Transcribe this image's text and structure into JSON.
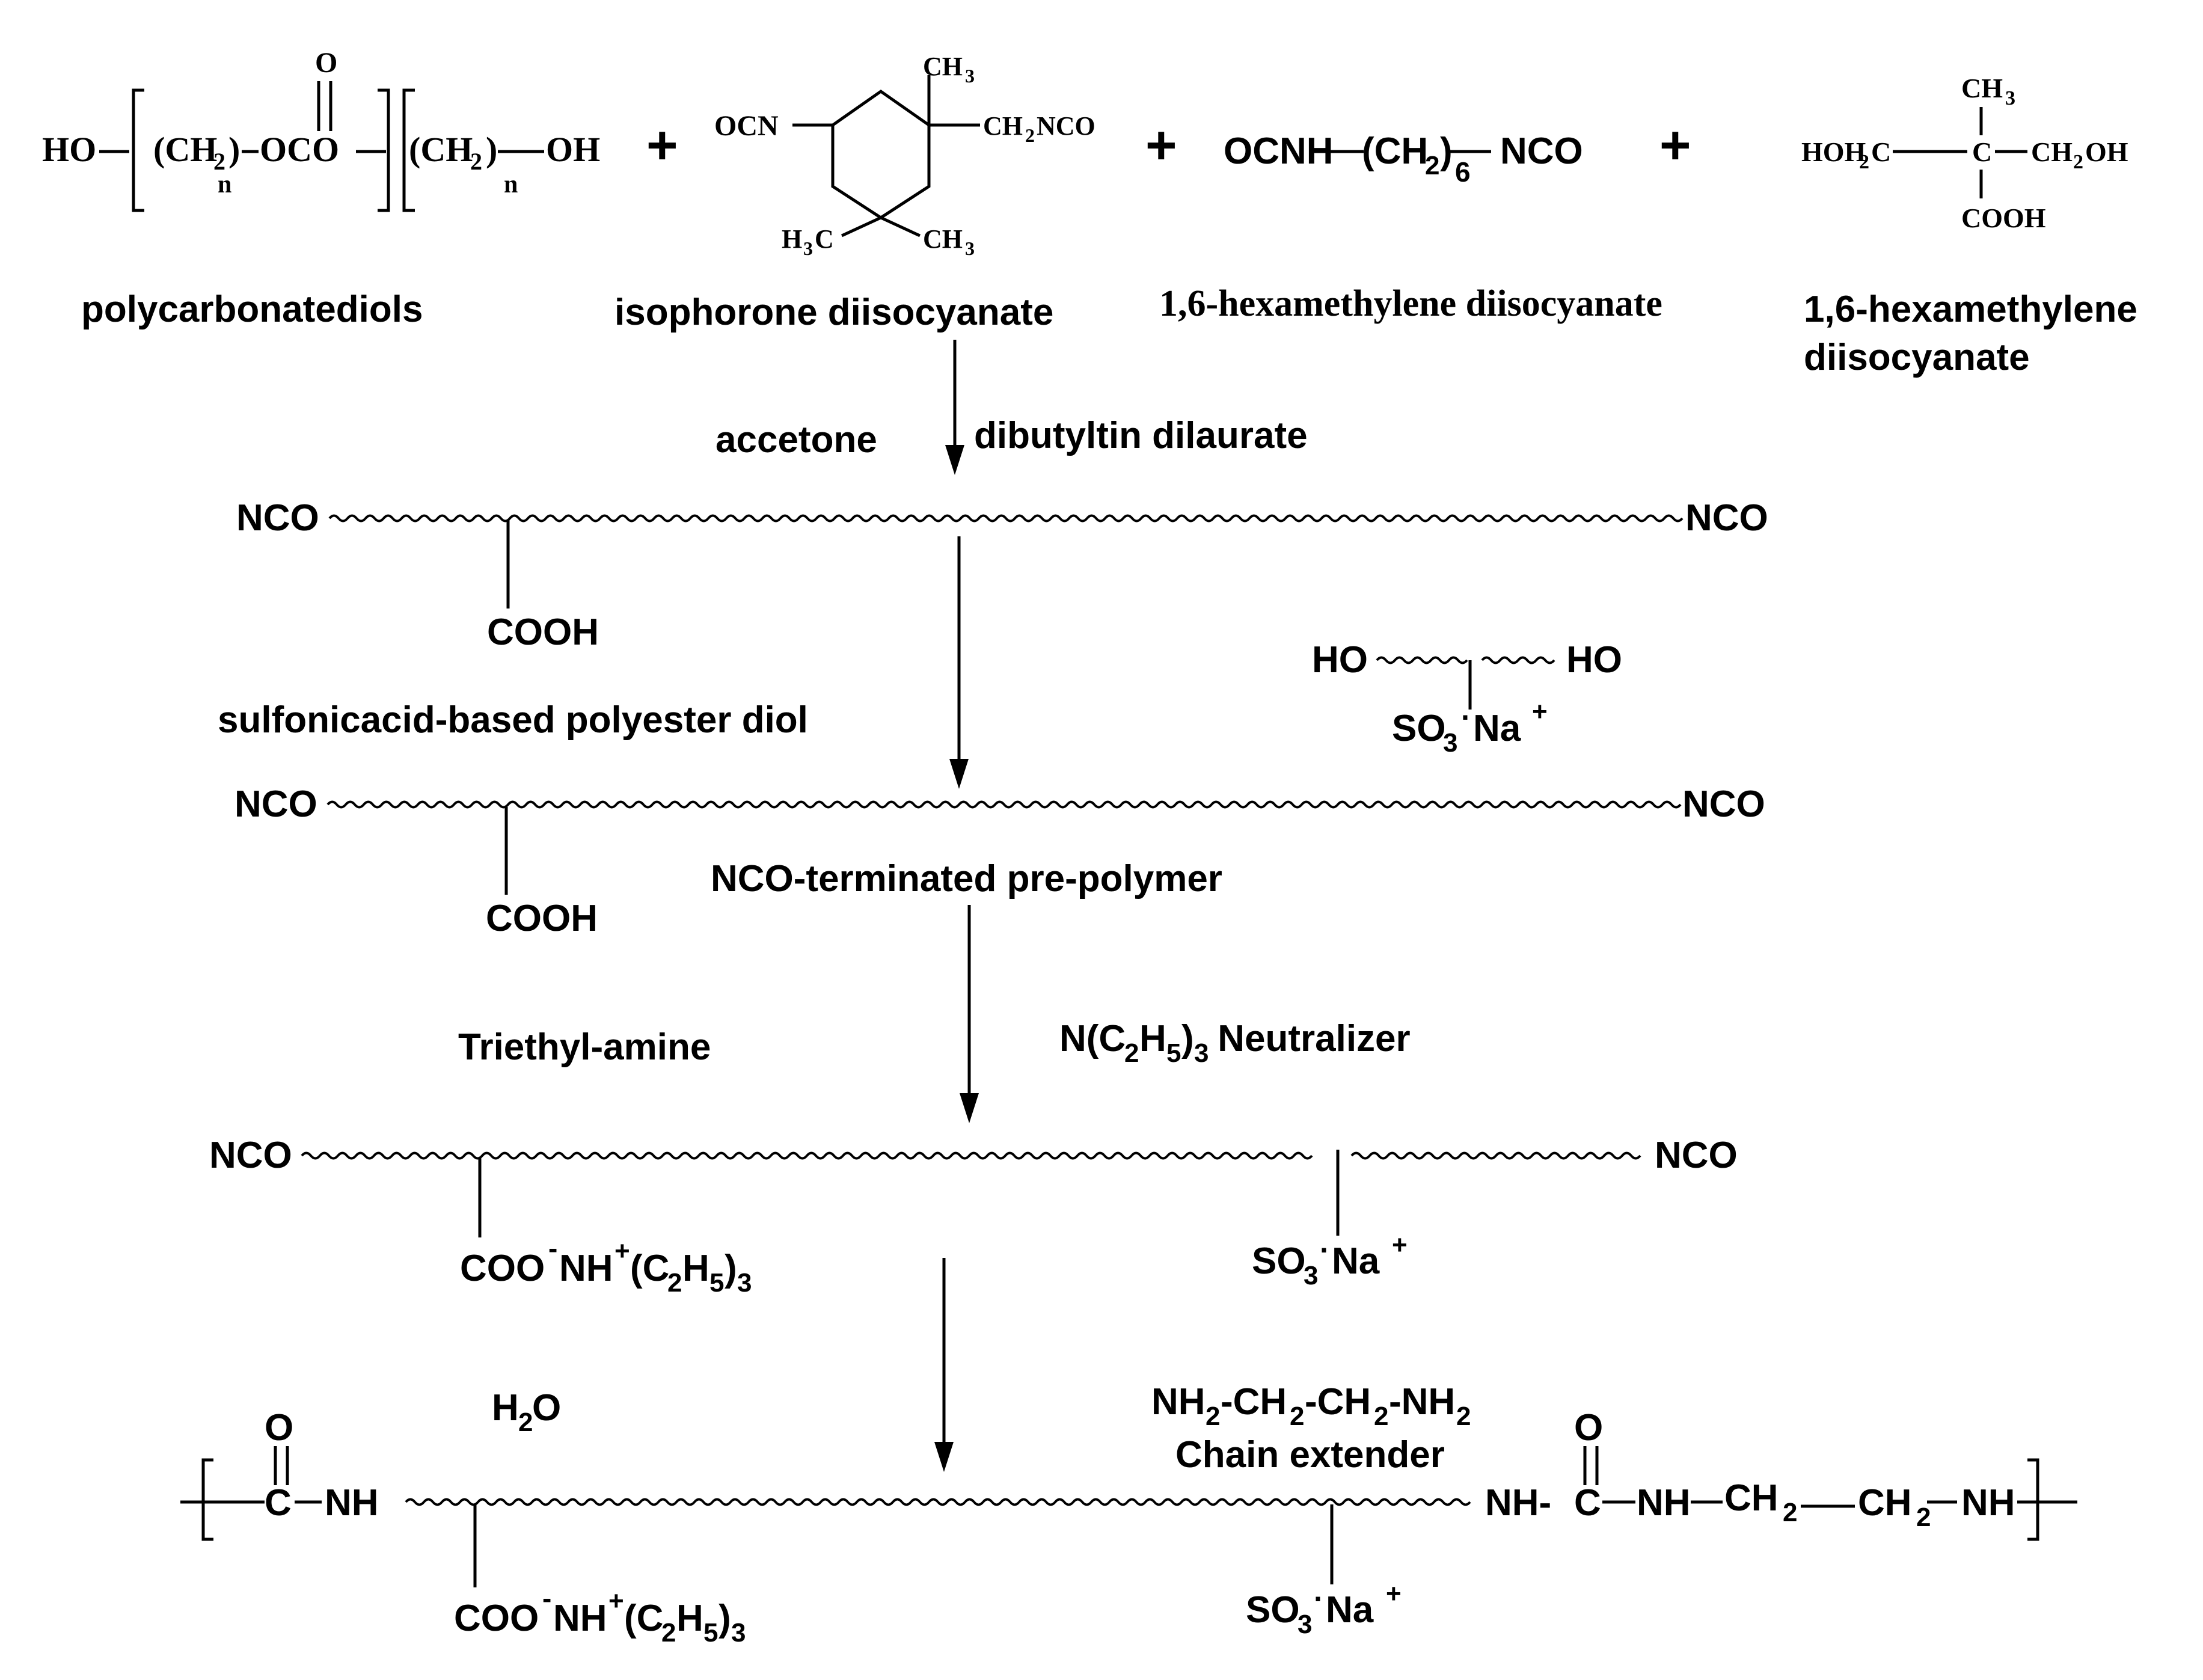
{
  "reactants": {
    "pcd": {
      "ho_left": "HO",
      "ch2_a": "(CH",
      "sub2_a": "2",
      "close_a": ")",
      "n_a": "n",
      "ococo": "OCO",
      "o_top": "O",
      "ch2_b": "(CH",
      "sub2_b": "2",
      "close_b": ")",
      "n_b": "n",
      "oh_right": "OH",
      "name": "polycarbonatediols"
    },
    "plus1": "+",
    "ipdi": {
      "ocn": "OCN",
      "ch3_top": "CH",
      "ch3_top_sub": "3",
      "ch2nco": "CH",
      "ch2nco_sub": "2",
      "ch2nco_tail": "NCO",
      "h3c": "H",
      "h3c_sub": "3",
      "h3c_tail": "C",
      "ch3_br": "CH",
      "ch3_br_sub": "3",
      "name": "isophorone diisocyanate"
    },
    "plus2": "+",
    "hdi": {
      "ocnh": "OCNH",
      "ch2": "(CH",
      "ch2_sub": "2",
      "close": ")",
      "six": "6",
      "nco": "NCO",
      "name": "1,6-hexamethylene diisocyanate"
    },
    "plus3": "+",
    "dmpa": {
      "ch3": "CH",
      "ch3_sub": "3",
      "hoh2c": "HOH",
      "hoh2c_sub": "2",
      "hoh2c_tail": "C",
      "c_center": "C",
      "ch2oh": "CH",
      "ch2oh_sub": "2",
      "ch2oh_tail": "OH",
      "cooh": "COOH",
      "name_line1": "1,6-hexamethylene",
      "name_line2": "diisocyanate"
    }
  },
  "step1": {
    "solvent": "accetone",
    "catalyst": "dibutyltin dilaurate",
    "nco_left": "NCO",
    "nco_right": "NCO",
    "cooh": "COOH"
  },
  "step2": {
    "reagent": "sulfonicacid-based polyester diol",
    "diol_ho_left": "HO",
    "diol_ho_right": "HO",
    "diol_so3": "SO",
    "diol_so3_sub": "3",
    "diol_dot": "·",
    "diol_na": "Na",
    "diol_plus": "+",
    "nco_left": "NCO",
    "nco_right": "NCO",
    "cooh": "COOH",
    "product": "NCO-terminated pre-polymer"
  },
  "step3": {
    "reagent_left": "Triethyl-amine",
    "reagent_right_n": "N(C",
    "reagent_right_sub2": "2",
    "reagent_right_h": "H",
    "reagent_right_sub5": "5",
    "reagent_right_close": ")",
    "reagent_right_sub3": "3",
    "reagent_right_tail": " Neutralizer",
    "nco_left": "NCO",
    "nco_right": "NCO",
    "salt": {
      "coo": "COO",
      "minus": "-",
      "nh": "NH",
      "plus": "+",
      "c": "(C",
      "s2": "2",
      "h": "H",
      "s5": "5",
      "close": ")",
      "s3": "3"
    },
    "so3na": {
      "so": "SO",
      "s3": "3",
      "dot": "·",
      "na": "Na",
      "plus": "+"
    }
  },
  "step4": {
    "water": "H",
    "water_sub": "2",
    "water_tail": "O",
    "extender_formula": {
      "nh": "NH",
      "s2a": "2",
      "ch": "-CH",
      "s2b": "2",
      "ch2": "-CH",
      "s2c": "2",
      "nh2": "-NH",
      "s2d": "2"
    },
    "extender_label": "Chain extender",
    "o_left": "O",
    "c_left": "C",
    "nh_left": "NH",
    "nh_mid": "NH-",
    "o_right": "O",
    "c_right": "C",
    "nh_r1": "NH",
    "ch2_r1": "CH",
    "ch2_r1_sub": "2",
    "ch2_r2": "CH",
    "ch2_r2_sub": "2",
    "nh_r2": "NH",
    "salt": {
      "coo": "COO",
      "minus": "-",
      "nh": "NH",
      "plus": "+",
      "c": "(C",
      "s2": "2",
      "h": "H",
      "s5": "5",
      "close": ")",
      "s3": "3"
    },
    "so3na": {
      "so": "SO",
      "s3": "3",
      "dot": "·",
      "na": "Na",
      "plus": "+"
    }
  }
}
